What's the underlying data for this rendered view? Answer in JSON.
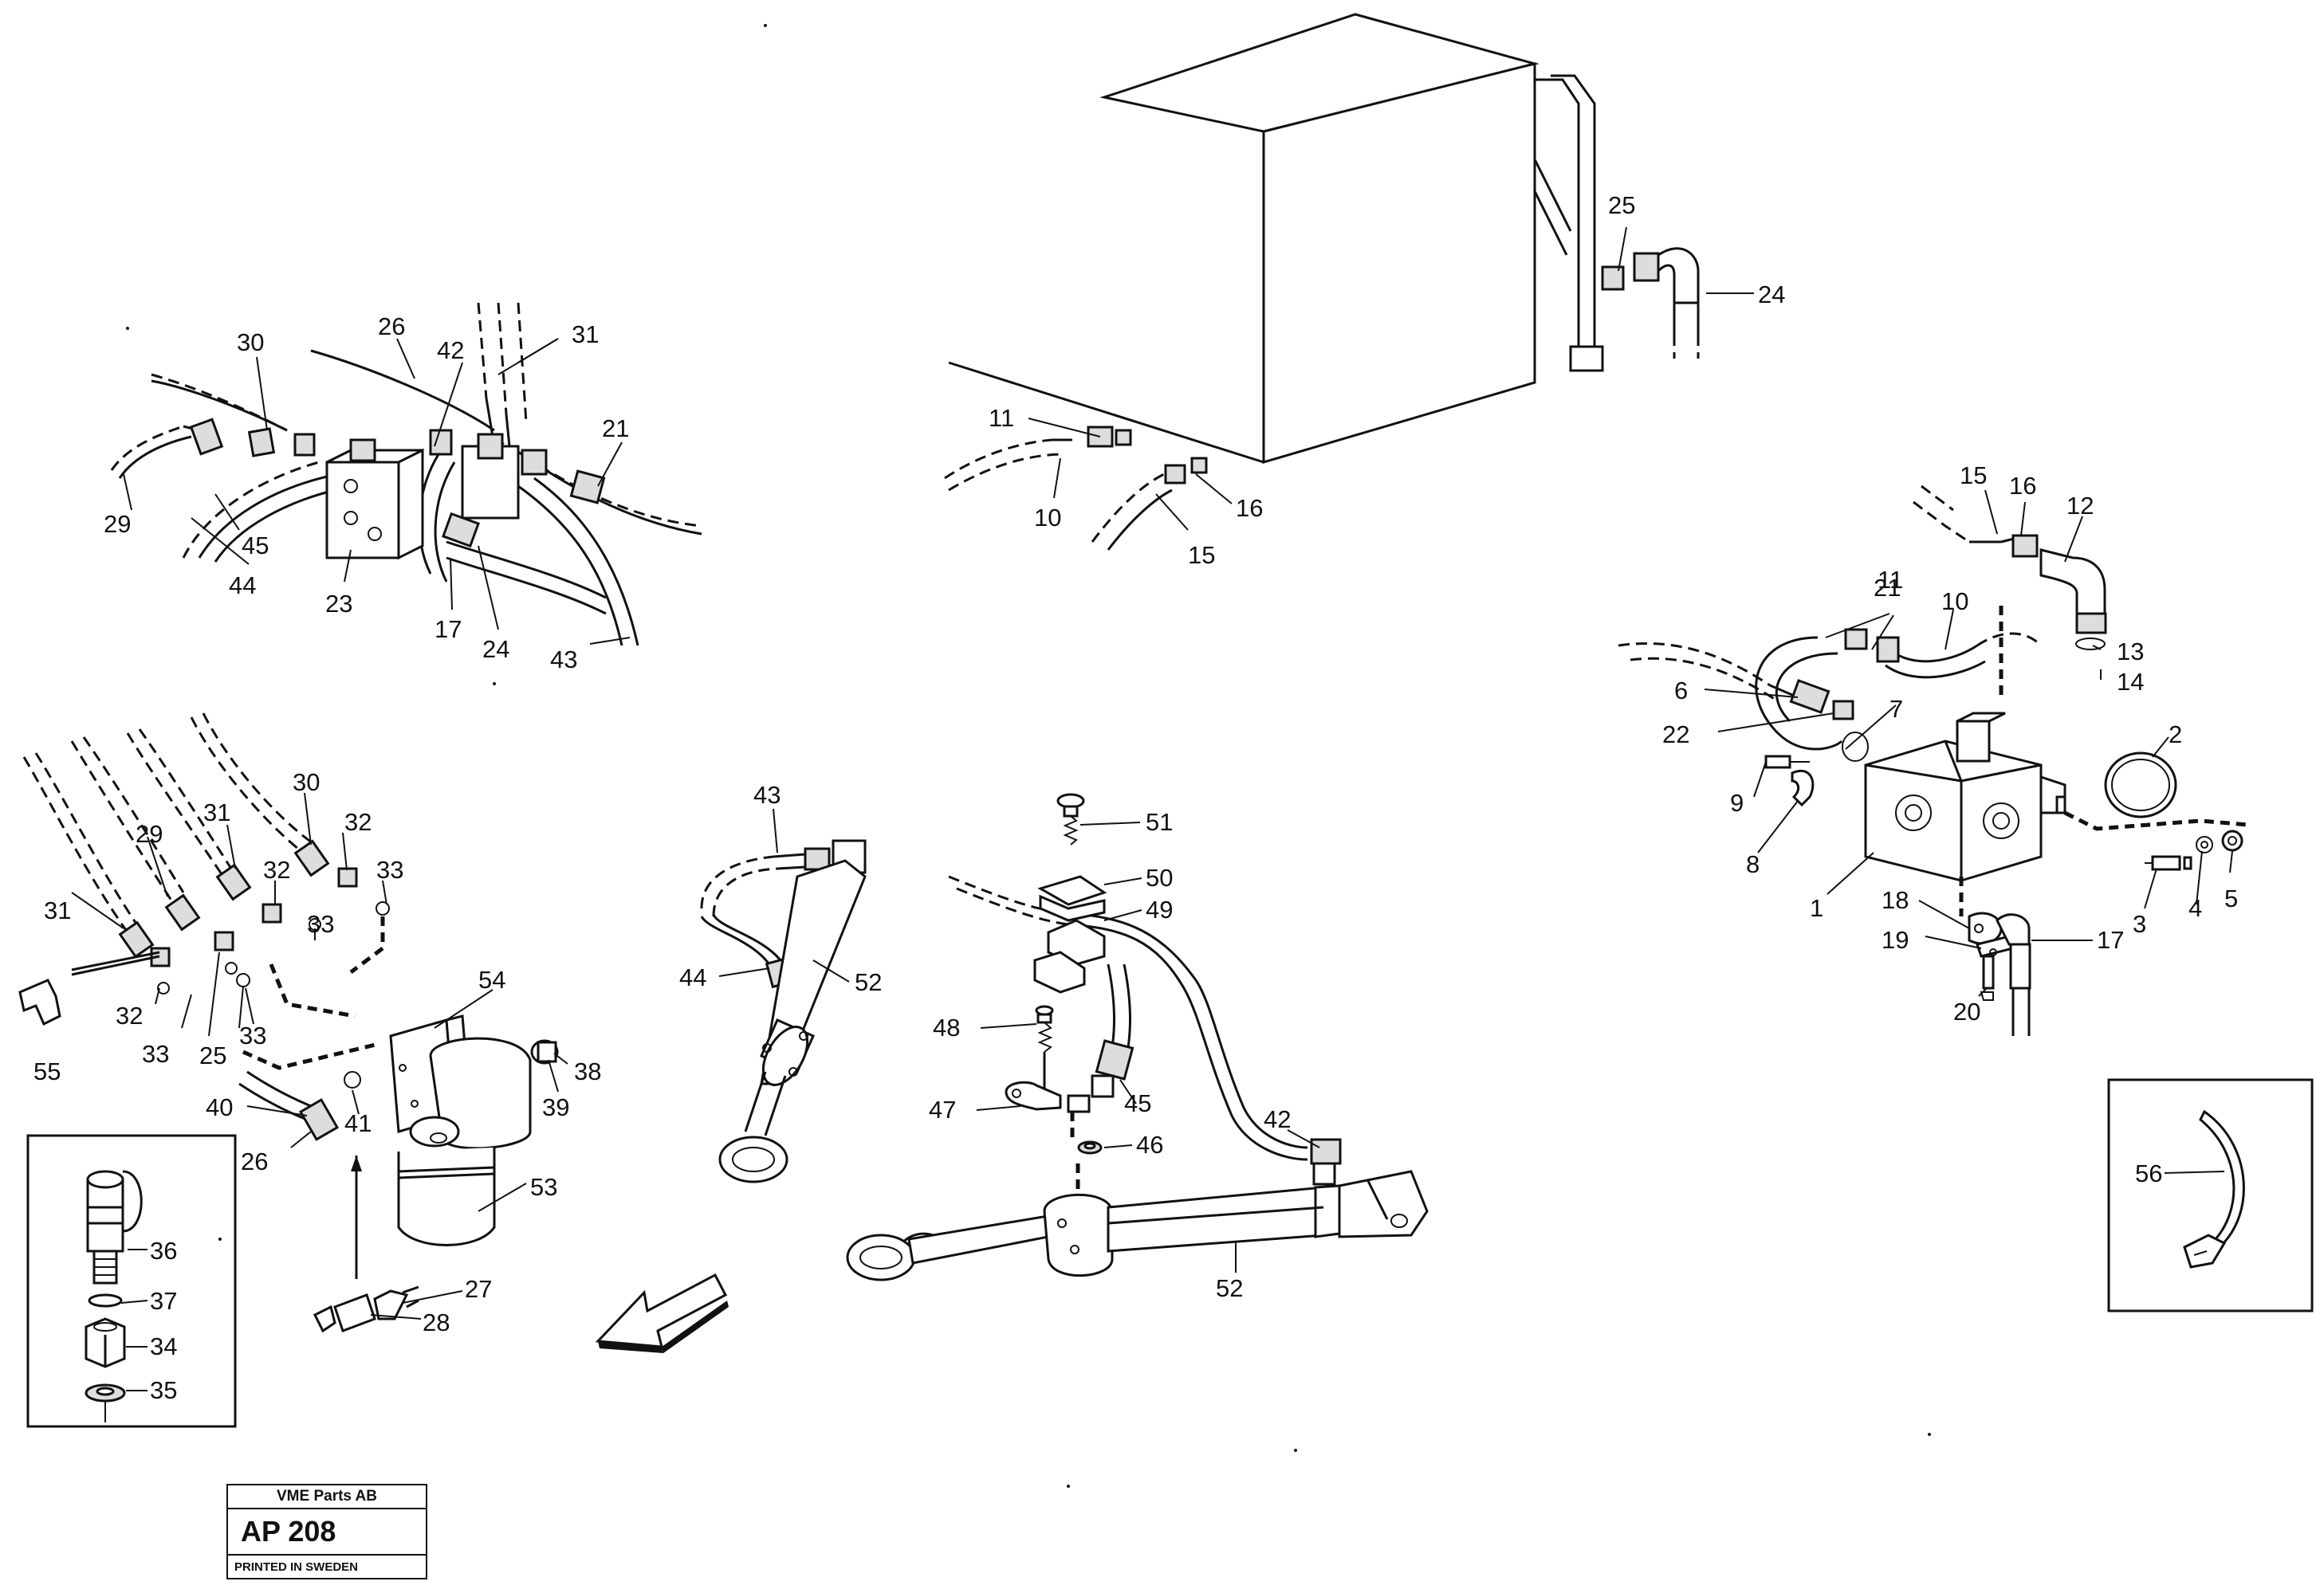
{
  "stamp": {
    "company": "VME Parts AB",
    "code": "AP 208",
    "printed": "PRINTED IN SWEDEN"
  },
  "callouts": {
    "c_30a": "30",
    "c_26a": "26",
    "c_42a": "42",
    "c_31a": "31",
    "c_21a": "21",
    "c_29a": "29",
    "c_45a": "45",
    "c_44a": "44",
    "c_23": "23",
    "c_17a": "17",
    "c_24a": "24",
    "c_43a": "43",
    "c_25a": "25",
    "c_24b": "24",
    "c_11a": "11",
    "c_10a": "10",
    "c_16a": "16",
    "c_15a": "15",
    "c_15b": "15",
    "c_16b": "16",
    "c_12": "12",
    "c_21b": "21",
    "c_11b": "11",
    "c_10b": "10",
    "c_13": "13",
    "c_14": "14",
    "c_6": "6",
    "c_7": "7",
    "c_22": "22",
    "c_2": "2",
    "c_9": "9",
    "c_8": "8",
    "c_1": "1",
    "c_18": "18",
    "c_19": "19",
    "c_20": "20",
    "c_17b": "17",
    "c_3": "3",
    "c_4": "4",
    "c_5": "5",
    "c_30b": "30",
    "c_29b": "29",
    "c_31b": "31",
    "c_32a": "32",
    "c_32b": "32",
    "c_33a": "33",
    "c_33b": "33",
    "c_31c": "31",
    "c_32c": "32",
    "c_33c": "33",
    "c_33d": "33",
    "c_25b": "25",
    "c_55": "55",
    "c_54": "54",
    "c_38": "38",
    "c_39": "39",
    "c_40": "40",
    "c_41": "41",
    "c_26b": "26",
    "c_53": "53",
    "c_27": "27",
    "c_28": "28",
    "c_36": "36",
    "c_37": "37",
    "c_34": "34",
    "c_35": "35",
    "c_43b": "43",
    "c_44b": "44",
    "c_52a": "52",
    "c_51": "51",
    "c_50": "50",
    "c_49": "49",
    "c_48": "48",
    "c_47": "47",
    "c_45b": "45",
    "c_46": "46",
    "c_42b": "42",
    "c_52b": "52",
    "c_56": "56"
  }
}
